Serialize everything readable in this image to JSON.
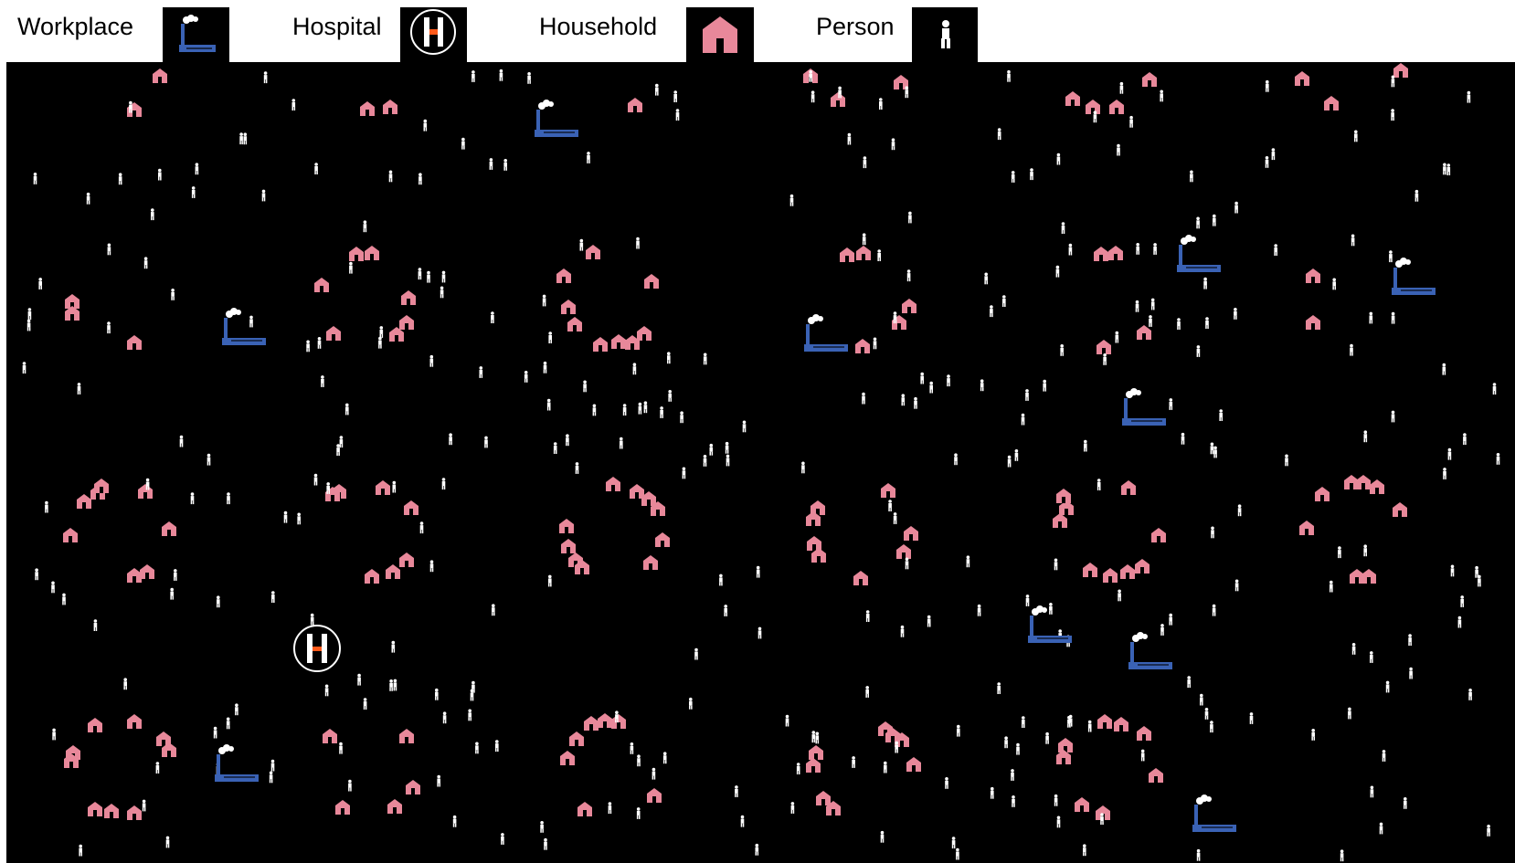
{
  "legend": {
    "workplace": {
      "label": "Workplace",
      "icon": "factory-icon"
    },
    "hospital": {
      "label": "Hospital",
      "icon": "hospital-h-icon"
    },
    "household": {
      "label": "Household",
      "icon": "house-icon"
    },
    "person": {
      "label": "Person",
      "icon": "person-icon"
    }
  },
  "colors": {
    "background": "#000000",
    "workplace": "#3a62b5",
    "smoke": "#ffffff",
    "household": "#e8889a",
    "person": "#ffffff",
    "person_alt_green": "#3fa83a",
    "person_alt_gray": "#8a8a8a",
    "person_alt_orange": "#b57a2a",
    "person_alt_yellow": "#e8c31a",
    "hospital_ring": "#ffffff",
    "hospital_cross": "#ff5a1a"
  }
}
